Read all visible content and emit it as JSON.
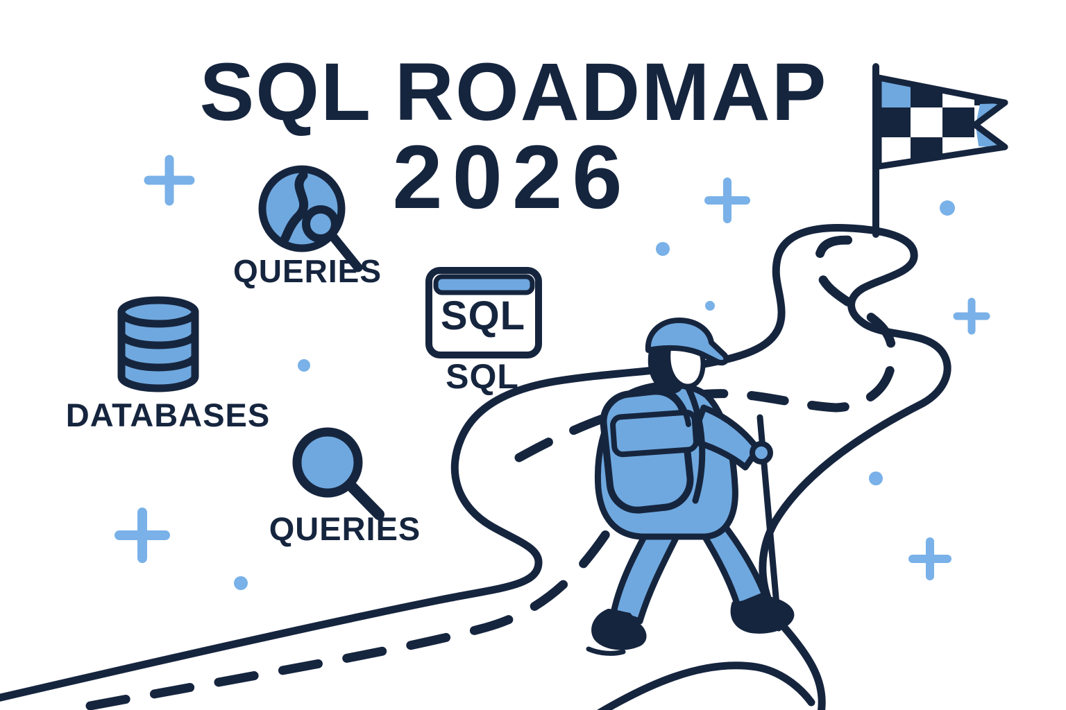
{
  "title": {
    "line1": "SQL ROADMAP",
    "line2": "2026"
  },
  "labels": {
    "queries_top": "QUERIES",
    "databases": "DATABASES",
    "sql_window": "SQL",
    "sql_caption": "SQL",
    "queries_bottom": "QUERIES"
  },
  "icons": {
    "query_analysis": "circle-with-squiggle-and-magnifier-icon",
    "database": "database-cylinder-icon",
    "sql_window": "browser-window-icon",
    "magnifier": "magnifying-glass-icon",
    "flag": "checkered-pennant-flag-icon",
    "hiker": "hiker-with-backpack-and-trekking-pole",
    "road": "winding-dashed-road",
    "sparkles": "plus-and-dot-sparkles"
  },
  "colors": {
    "navy": "#16253E",
    "blue": "#6FA8DF",
    "blue_light": "#79B1E8",
    "background": "#FFFFFF"
  }
}
